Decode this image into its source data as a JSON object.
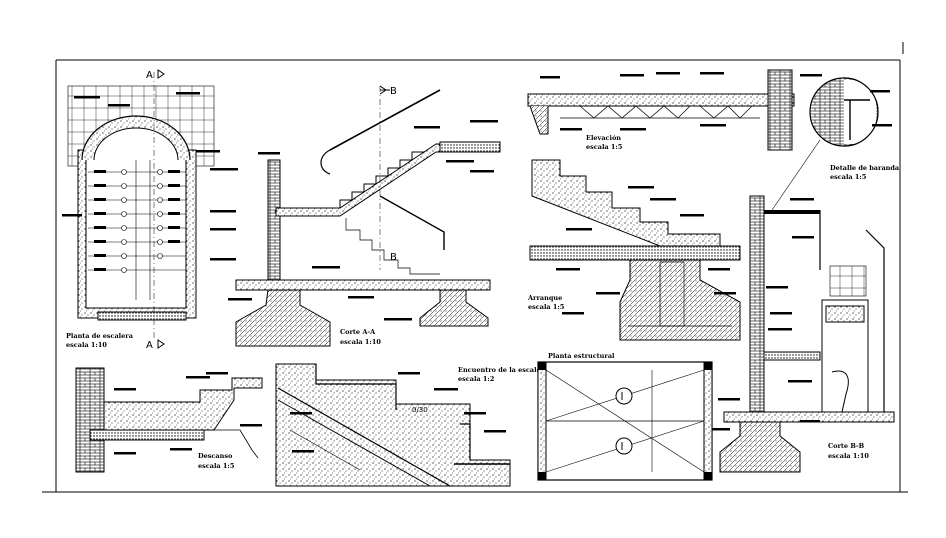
{
  "sheet": {
    "views": {
      "plan": {
        "title": "Planta de escalera",
        "scale": "escala 1:10"
      },
      "section_aa": {
        "title": "Corte A-A",
        "scale": "escala 1:10"
      },
      "elevation": {
        "title": "Elevación",
        "scale": "escala 1:5"
      },
      "railing": {
        "title": "Detalle de baranda",
        "scale": "escala 1:5"
      },
      "anchor": {
        "title": "Arranque",
        "scale": "escala 1:5"
      },
      "landing": {
        "title": "Descanso",
        "scale": "escala 1:5"
      },
      "stair_det": {
        "title": "Encuentro de la escalera",
        "scale": "escala 1:2"
      },
      "structure": {
        "title": "Planta estructural"
      },
      "section_bb": {
        "title": "Corte B-B",
        "scale": "escala 1:10"
      }
    },
    "markers": {
      "a_top": "A",
      "a_bottom": "A",
      "b_top": "B",
      "b_mid": "B"
    },
    "dimension": "0/30"
  }
}
